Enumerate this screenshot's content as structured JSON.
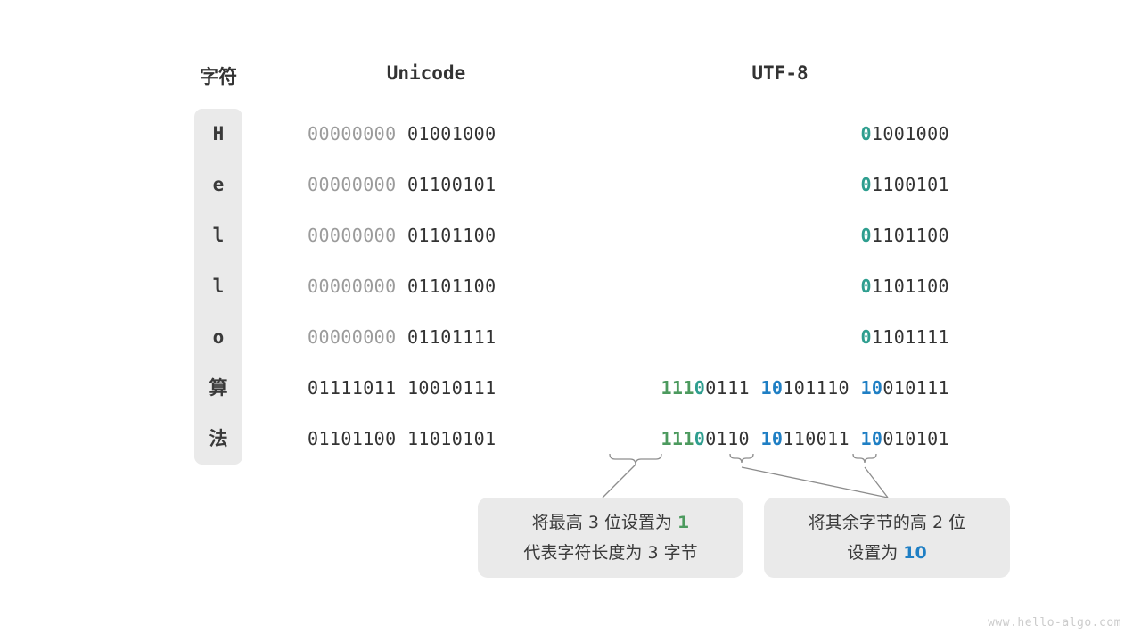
{
  "headers": {
    "char": "字符",
    "unicode": "Unicode",
    "utf8": "UTF-8"
  },
  "rows": [
    {
      "char": "H",
      "unicode_pad": "00000000",
      "unicode_data": "01001000",
      "utf8_lead": "0",
      "utf8_rest": "1001000",
      "utf8_full": "01001000",
      "bytes": 1
    },
    {
      "char": "e",
      "unicode_pad": "00000000",
      "unicode_data": "01100101",
      "utf8_lead": "0",
      "utf8_rest": "1100101",
      "utf8_full": "01100101",
      "bytes": 1
    },
    {
      "char": "l",
      "unicode_pad": "00000000",
      "unicode_data": "01101100",
      "utf8_lead": "0",
      "utf8_rest": "1101100",
      "utf8_full": "01101100",
      "bytes": 1
    },
    {
      "char": "l",
      "unicode_pad": "00000000",
      "unicode_data": "01101100",
      "utf8_lead": "0",
      "utf8_rest": "1101100",
      "utf8_full": "01101100",
      "bytes": 1
    },
    {
      "char": "o",
      "unicode_pad": "00000000",
      "unicode_data": "01101111",
      "utf8_lead": "0",
      "utf8_rest": "1101111",
      "utf8_full": "01101111",
      "bytes": 1
    },
    {
      "char": "算",
      "unicode_pad": "01111011",
      "unicode_data": "10010111",
      "utf8_len_prefix": "111",
      "utf8_lead": "0",
      "utf8_b1_rest": "0111",
      "utf8_cont_prefix_2": "10",
      "utf8_b2_rest": "101110",
      "utf8_cont_prefix_3": "10",
      "utf8_b3_rest": "010111",
      "utf8_full": "11100111 10101110 10010111",
      "bytes": 3
    },
    {
      "char": "法",
      "unicode_pad": "01101100",
      "unicode_data": "11010101",
      "utf8_len_prefix": "111",
      "utf8_lead": "0",
      "utf8_b1_rest": "0110",
      "utf8_cont_prefix_2": "10",
      "utf8_b2_rest": "110011",
      "utf8_cont_prefix_3": "10",
      "utf8_b3_rest": "010101",
      "utf8_full": "11100110 10110011 10010101",
      "bytes": 3
    }
  ],
  "callouts": {
    "left": {
      "line1_a": "将最高 ",
      "line1_num": "3",
      "line1_b": " 位设置为 ",
      "line1_hl": "1",
      "line2": "代表字符长度为 3 字节",
      "highlight_color": "#4c9a5e"
    },
    "right": {
      "line1": "将其余字节的高 2 位",
      "line2_a": "设置为 ",
      "line2_hl": "10",
      "highlight_color": "#1f7fc4"
    }
  },
  "colors": {
    "padding_byte": "#9b9b9b",
    "data_byte": "#333333",
    "leading_zero": "#2e9e8f",
    "length_prefix": "#4c9a5e",
    "continuation_prefix": "#1f7fc4",
    "panel_background": "#eaeaea",
    "brace_stroke": "#8d8d8d"
  },
  "watermark": "www.hello-algo.com"
}
